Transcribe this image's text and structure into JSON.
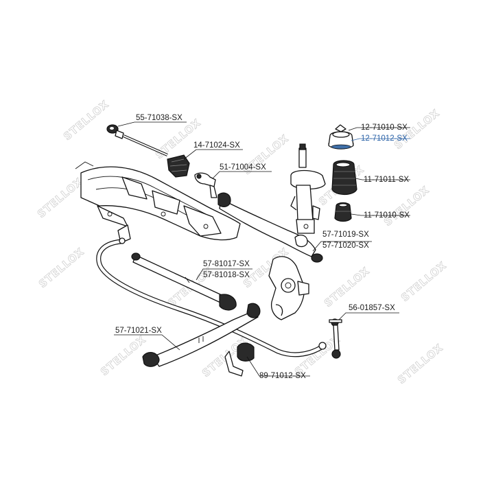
{
  "watermark": {
    "text": "STELLOX"
  },
  "labels": {
    "p55_71038": "55-71038-SX",
    "p14_71024": "14-71024-SX",
    "p51_71004": "51-71004-SX",
    "p12_71010": "12-71010-SX",
    "p12_71012": "12-71012-SX",
    "p11_71011": "11-71011-SX",
    "p11_71010": "11-71010-SX",
    "p57_71019": "57-71019-SX",
    "p57_71020": "57-71020-SX",
    "p57_81017": "57-81017-SX",
    "p57_81018": "57-81018-SX",
    "p56_01857": "56-01857-SX",
    "p57_71021": "57-71021-SX",
    "p89_71012": "89-71012-SX"
  },
  "colors": {
    "label_text": "#1a1a1a",
    "highlight_label": "#2d64a8",
    "watermark": "#cfcfcf",
    "line_art": "#111111"
  }
}
